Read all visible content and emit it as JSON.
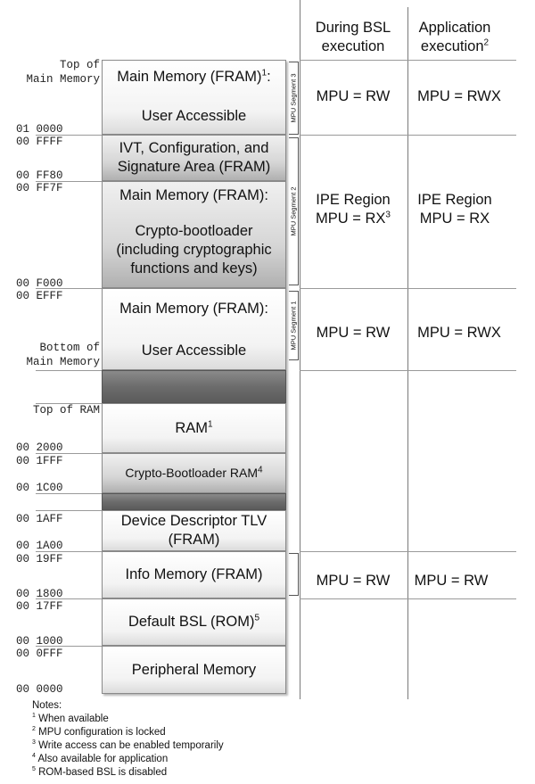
{
  "headers": {
    "bsl": "During BSL execution",
    "app": "Application execution",
    "app_sup": "2"
  },
  "addresses": {
    "top_main_1": "Top of",
    "top_main_2": "Main Memory",
    "a_010000": "01 0000",
    "a_00FFFF": "00 FFFF",
    "a_00FF80": "00 FF80",
    "a_00FF7F": "00 FF7F",
    "a_00F000": "00 F000",
    "a_00EFFF": "00 EFFF",
    "bottom_main_1": "Bottom of",
    "bottom_main_2": "Main Memory",
    "top_ram": "Top of RAM",
    "a_002000": "00 2000",
    "a_001FFF": "00 1FFF",
    "a_001C00": "00 1C00",
    "a_001AFF": "00 1AFF",
    "a_001A00": "00 1A00",
    "a_0019FF": "00 19FF",
    "a_001800": "00 1800",
    "a_0017FF": "00 17FF",
    "a_001000": "00 1000",
    "a_000FFF": "00 0FFF",
    "a_000000": "00 0000"
  },
  "blocks": {
    "main_upper_1": "Main Memory (FRAM)",
    "main_upper_sup": "1",
    "main_upper_colon": ":",
    "main_upper_2": "User Accessible",
    "ivt_1": "IVT, Configuration, and",
    "ivt_2": "Signature Area (FRAM)",
    "crypto_1": "Main Memory (FRAM):",
    "crypto_2": "Crypto-bootloader",
    "crypto_3": "(including cryptographic",
    "crypto_4": "functions and keys)",
    "main_lower_1": "Main Memory (FRAM):",
    "main_lower_2": "User Accessible",
    "ram": "RAM",
    "ram_sup": "1",
    "crypto_ram": "Crypto-Bootloader RAM",
    "crypto_ram_sup": "4",
    "tlv_1": "Device Descriptor TLV",
    "tlv_2": "(FRAM)",
    "info": "Info Memory (FRAM)",
    "bsl": "Default BSL (ROM)",
    "bsl_sup": "5",
    "periph": "Peripheral Memory"
  },
  "segments": {
    "seg3": "MPU Segment 3",
    "seg2": "MPU Segment 2",
    "seg1": "MPU Segment 1"
  },
  "permissions": {
    "seg3_bsl": "MPU = RW",
    "seg3_app": "MPU = RWX",
    "seg2_bsl_1": "IPE Region",
    "seg2_bsl_2": "MPU = RX",
    "seg2_bsl_sup": "3",
    "seg2_app_1": "IPE Region",
    "seg2_app_2": "MPU = RX",
    "seg1_bsl": "MPU = RW",
    "seg1_app": "MPU = RWX",
    "info_bsl": "MPU = RW",
    "info_app": "MPU = RW"
  },
  "notes": {
    "title": "Notes:",
    "items": [
      {
        "num": "1",
        "text": "When available"
      },
      {
        "num": "2",
        "text": "MPU configuration is locked"
      },
      {
        "num": "3",
        "text": "Write access can be enabled temporarily"
      },
      {
        "num": "4",
        "text": "Also available for application"
      },
      {
        "num": "5",
        "text": "ROM-based BSL is disabled"
      }
    ]
  }
}
